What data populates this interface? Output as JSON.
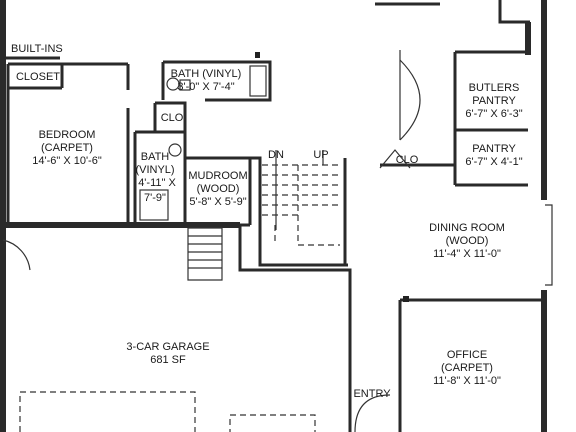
{
  "rooms": {
    "built_ins": "BUILT-INS",
    "closet_bedroom": "CLOSET",
    "bath_upper": {
      "name": "BATH (VINYL)",
      "dims": "3'-0\" X 7'-4\""
    },
    "closet_small": "CLO",
    "bedroom": {
      "name": "BEDROOM",
      "floor": "(CARPET)",
      "dims": "14'-6\" X 10'-6\""
    },
    "bath_lower": {
      "name": "BATH",
      "floor": "(VINYL)",
      "dims": "4'-11\" X",
      "dims2": "7'-9\""
    },
    "mudroom": {
      "name": "MUDROOM",
      "floor": "(WOOD)",
      "dims": "5'-8\" X 5'-9\""
    },
    "stairs_dn": "DN",
    "stairs_up": "UP",
    "closet_hall": "CLO",
    "butlers_pantry": {
      "name": "BUTLERS",
      "name2": "PANTRY",
      "dims": "6'-7\" X 6'-3\""
    },
    "pantry": {
      "name": "PANTRY",
      "dims": "6'-7\" X 4'-1\""
    },
    "dining_room": {
      "name": "DINING ROOM",
      "floor": "(WOOD)",
      "dims": "11'-4\" X 11'-0\""
    },
    "garage": {
      "name": "3-CAR GARAGE",
      "area": "681 SF"
    },
    "office": {
      "name": "OFFICE",
      "floor": "(CARPET)",
      "dims": "11'-8\" X 11'-0\""
    },
    "entry": "ENTRY"
  }
}
